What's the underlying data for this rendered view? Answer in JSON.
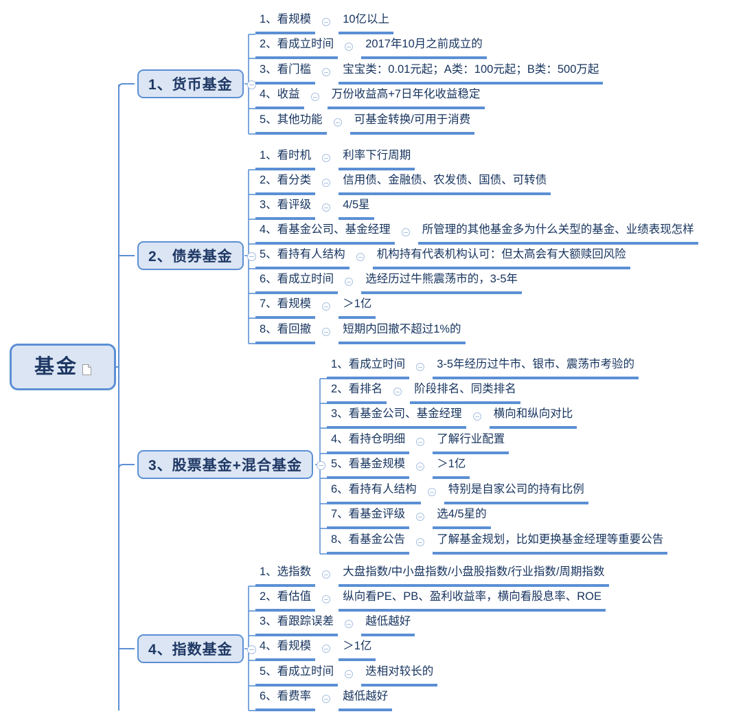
{
  "diagram": {
    "type": "mind-map",
    "root": {
      "label": "基金",
      "icon": "note-icon"
    },
    "branches": [
      {
        "id": "branch-1",
        "label": "1、货币基金",
        "items": [
          {
            "key": "1、看规模",
            "value": "10亿以上"
          },
          {
            "key": "2、看成立时间",
            "value": "2017年10月之前成立的"
          },
          {
            "key": "3、看门槛",
            "value": "宝宝类：0.01元起；A类：100元起；B类：500万起"
          },
          {
            "key": "4、收益",
            "value": "万份收益高+7日年化收益稳定"
          },
          {
            "key": "5、其他功能",
            "value": "可基金转换/可用于消费"
          }
        ]
      },
      {
        "id": "branch-2",
        "label": "2、债券基金",
        "items": [
          {
            "key": "1、看时机",
            "value": "利率下行周期"
          },
          {
            "key": "2、看分类",
            "value": "信用债、金融债、农发债、国债、可转债"
          },
          {
            "key": "3、看评级",
            "value": "4/5星"
          },
          {
            "key": "4、看基金公司、基金经理",
            "value": "所管理的其他基金多为什么关型的基金、业绩表现怎样"
          },
          {
            "key": "5、看持有人结构",
            "value": "机构持有代表机构认可：但太高会有大额赎回风险"
          },
          {
            "key": "6、看成立时间",
            "value": "选经历过牛熊震荡市的，3-5年"
          },
          {
            "key": "7、看规模",
            "value": "＞1亿"
          },
          {
            "key": "8、看回撤",
            "value": "短期内回撤不超过1%的"
          }
        ]
      },
      {
        "id": "branch-3",
        "label": "3、股票基金+混合基金",
        "items": [
          {
            "key": "1、看成立时间",
            "value": "3-5年经历过牛市、银市、震荡市考验的"
          },
          {
            "key": "2、看排名",
            "value": "阶段排名、同类排名"
          },
          {
            "key": "3、看基金公司、基金经理",
            "value": "横向和纵向对比"
          },
          {
            "key": "4、看持仓明细",
            "value": "了解行业配置"
          },
          {
            "key": "5、看基金规模",
            "value": "＞1亿"
          },
          {
            "key": "6、看持有人结构",
            "value": "特别是自家公司的持有比例"
          },
          {
            "key": "7、看基金评级",
            "value": "选4/5星的"
          },
          {
            "key": "8、看基金公告",
            "value": "了解基金规划，比如更换基金经理等重要公告"
          }
        ]
      },
      {
        "id": "branch-4",
        "label": "4、指数基金",
        "items": [
          {
            "key": "1、选指数",
            "value": "大盘指数/中小盘指数/小盘股指数/行业指数/周期指数"
          },
          {
            "key": "2、看估值",
            "value": "纵向看PE、PB、盈利收益率，横向看股息率、ROE"
          },
          {
            "key": "3、看跟踪误差",
            "value": "越低越好"
          },
          {
            "key": "4、看规模",
            "value": "＞1亿"
          },
          {
            "key": "5、看成立时间",
            "value": "迭相对较长的"
          },
          {
            "key": "6、看费率",
            "value": "越低越好"
          }
        ]
      }
    ],
    "colors": {
      "node_fill": "#dbe5f4",
      "node_border": "#5b8fd4",
      "underline": "#5b8fd4",
      "text": "#16335e",
      "connector": "#5b8fd4",
      "background": "#ffffff"
    }
  }
}
